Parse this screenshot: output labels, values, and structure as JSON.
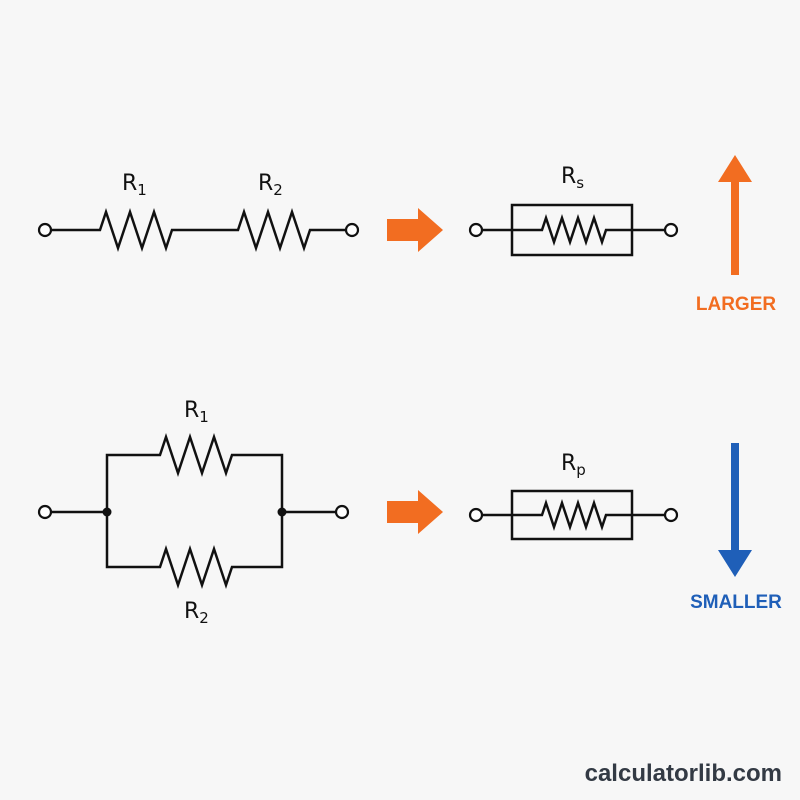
{
  "series_circuit": {
    "r1_main": "R",
    "r1_sub": "1",
    "r2_main": "R",
    "r2_sub": "2"
  },
  "series_equivalent": {
    "main": "R",
    "sub": "s"
  },
  "parallel_circuit": {
    "r1_main": "R",
    "r1_sub": "1",
    "r2_main": "R",
    "r2_sub": "2"
  },
  "parallel_equivalent": {
    "main": "R",
    "sub": "p"
  },
  "indicators": {
    "larger": "LARGER",
    "smaller": "SMALLER"
  },
  "colors": {
    "orange": "#f26d21",
    "blue": "#1f5fb8"
  },
  "icons": {
    "right_arrow": "right-arrow-icon",
    "up_arrow": "up-arrow-icon",
    "down_arrow": "down-arrow-icon"
  },
  "watermark": "calculatorlib.com"
}
